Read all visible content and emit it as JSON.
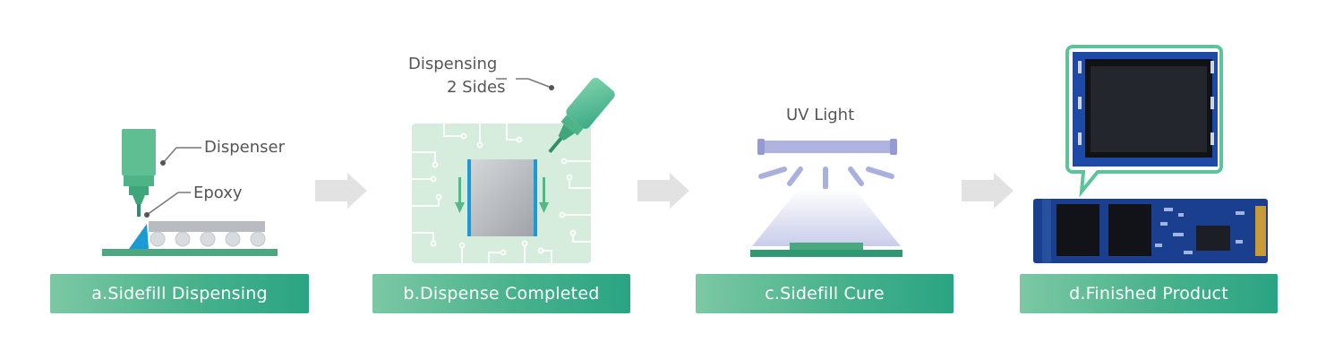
{
  "steps": [
    {
      "caption": "a.Sidefill Dispensing"
    },
    {
      "caption": "b.Dispense Completed"
    },
    {
      "caption": "c.Sidefill Cure"
    },
    {
      "caption": "d.Finished Product"
    }
  ],
  "callouts": {
    "dispenser": "Dispenser",
    "epoxy": "Epoxy",
    "dispensing_line1": "Dispensing",
    "dispensing_line2": "2 Sides",
    "uv_light": "UV Light"
  },
  "colors": {
    "accent": "#3aaa85",
    "epoxy_blue": "#1a9bd6",
    "arrow_gray": "#d8d8d8",
    "uv_purple": "#aab0dd",
    "pcb_blue": "#1b3f8f"
  },
  "icons": [
    "dispenser-nozzle-icon",
    "uv-lamp-icon",
    "ssd-module-icon",
    "step-arrow-icon"
  ]
}
